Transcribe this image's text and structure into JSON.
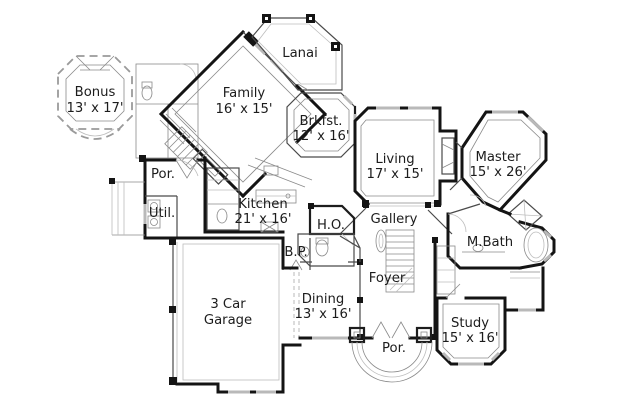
{
  "plan": {
    "kind": "house-first-floor-plan",
    "colors": {
      "background": "#ffffff",
      "wall": "#141414",
      "detail": "#8a8a8a",
      "light": "#bdbdbd",
      "window": "#b9b9b9"
    },
    "rooms": [
      {
        "id": "bonus",
        "lines": [
          "Bonus",
          "13' x 17'"
        ]
      },
      {
        "id": "lanai",
        "lines": [
          "Lanai"
        ]
      },
      {
        "id": "family",
        "lines": [
          "Family",
          "16' x 15'"
        ]
      },
      {
        "id": "breakfast",
        "lines": [
          "Brkfst.",
          "12' x 16'"
        ]
      },
      {
        "id": "living",
        "lines": [
          "Living",
          "17' x 15'"
        ]
      },
      {
        "id": "master",
        "lines": [
          "Master",
          "15' x 26'"
        ]
      },
      {
        "id": "porch-left",
        "lines": [
          "Por."
        ]
      },
      {
        "id": "utility",
        "lines": [
          "Util."
        ]
      },
      {
        "id": "kitchen",
        "lines": [
          "Kitchen",
          "21' x 16'"
        ]
      },
      {
        "id": "home-office",
        "lines": [
          "H.O."
        ]
      },
      {
        "id": "gallery",
        "lines": [
          "Gallery"
        ]
      },
      {
        "id": "master-bath",
        "lines": [
          "M.Bath"
        ]
      },
      {
        "id": "butlers-pantry",
        "lines": [
          "B.P."
        ]
      },
      {
        "id": "foyer",
        "lines": [
          "Foyer"
        ]
      },
      {
        "id": "garage",
        "lines": [
          "3 Car",
          "Garage"
        ]
      },
      {
        "id": "dining",
        "lines": [
          "Dining",
          "13' x 16'"
        ]
      },
      {
        "id": "study",
        "lines": [
          "Study",
          "15' x 16'"
        ]
      },
      {
        "id": "porch-front",
        "lines": [
          "Por."
        ]
      }
    ]
  }
}
